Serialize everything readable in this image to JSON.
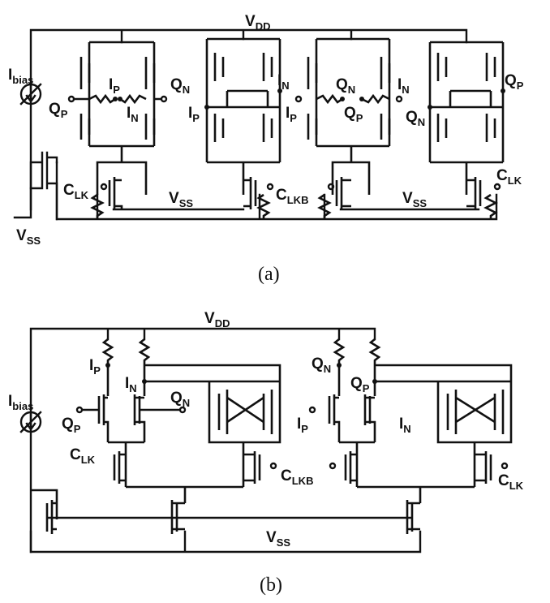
{
  "colors": {
    "ink": "#111111",
    "background": "#ffffff"
  },
  "panel_a": {
    "caption": "(a)",
    "vdd": {
      "main": "V",
      "sub": "DD"
    },
    "vss_left": {
      "main": "V",
      "sub": "SS"
    },
    "vss_mid1": {
      "main": "V",
      "sub": "SS"
    },
    "vss_mid2": {
      "main": "V",
      "sub": "SS"
    },
    "ibias": {
      "main": "I",
      "sub": "bias"
    },
    "clk1": {
      "main": "C",
      "sub": "LK"
    },
    "clkb": {
      "main": "C",
      "sub": "LKB"
    },
    "clk2": {
      "main": "C",
      "sub": "LK"
    },
    "nodes": {
      "qp1": {
        "main": "Q",
        "sub": "P"
      },
      "ip1": {
        "main": "I",
        "sub": "P"
      },
      "in1": {
        "main": "I",
        "sub": "N"
      },
      "qn1": {
        "main": "Q",
        "sub": "N"
      },
      "ip2": {
        "main": "I",
        "sub": "P"
      },
      "in2": {
        "main": "I",
        "sub": "N"
      },
      "ip3": {
        "main": "I",
        "sub": "P"
      },
      "qn3": {
        "main": "Q",
        "sub": "N"
      },
      "qp3": {
        "main": "Q",
        "sub": "P"
      },
      "in3": {
        "main": "I",
        "sub": "N"
      },
      "qn4": {
        "main": "Q",
        "sub": "N"
      },
      "qp4": {
        "main": "Q",
        "sub": "P"
      }
    }
  },
  "panel_b": {
    "caption": "(b)",
    "vdd": {
      "main": "V",
      "sub": "DD"
    },
    "vss": {
      "main": "V",
      "sub": "SS"
    },
    "ibias": {
      "main": "I",
      "sub": "bias"
    },
    "clk1": {
      "main": "C",
      "sub": "LK"
    },
    "clkb": {
      "main": "C",
      "sub": "LKB"
    },
    "clk2": {
      "main": "C",
      "sub": "LK"
    },
    "nodes": {
      "ip": {
        "main": "I",
        "sub": "P"
      },
      "in": {
        "main": "I",
        "sub": "N"
      },
      "qn": {
        "main": "Q",
        "sub": "N"
      },
      "qp": {
        "main": "Q",
        "sub": "P"
      },
      "qn2": {
        "main": "Q",
        "sub": "N"
      },
      "qp2": {
        "main": "Q",
        "sub": "P"
      },
      "ip2": {
        "main": "I",
        "sub": "P"
      },
      "in2": {
        "main": "I",
        "sub": "N"
      }
    }
  }
}
